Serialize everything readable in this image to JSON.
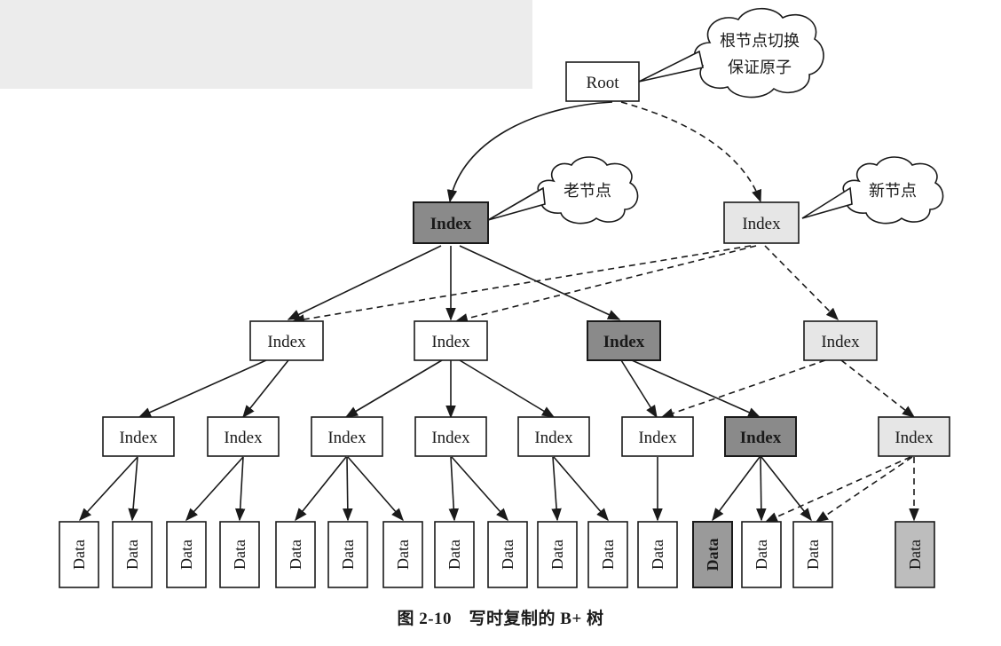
{
  "colors": {
    "line": "#1a1a1a",
    "node_fill_white": "#ffffff",
    "node_fill_old": "#8a8a8a",
    "node_fill_new": "#e6e6e6",
    "data_fill_old": "#9a9a9a",
    "data_fill_new": "#bdbdbd"
  },
  "figure": {
    "caption": "图 2-10　写时复制的 B+ 树"
  },
  "callouts": {
    "root_switch_line1": "根节点切换",
    "root_switch_line2": "保证原子",
    "old_node": "老节点",
    "new_node": "新节点"
  },
  "nodes": {
    "root": "Root",
    "index_label": "Index",
    "data_label": "Data"
  },
  "tree": {
    "root": {
      "label": "Root",
      "style": "white"
    },
    "level1": [
      {
        "id": "L1a",
        "label": "Index",
        "style": "old"
      },
      {
        "id": "L1b",
        "label": "Index",
        "style": "new"
      }
    ],
    "level2": [
      {
        "id": "L2a",
        "label": "Index",
        "style": "white"
      },
      {
        "id": "L2b",
        "label": "Index",
        "style": "white"
      },
      {
        "id": "L2c",
        "label": "Index",
        "style": "old"
      },
      {
        "id": "L2d",
        "label": "Index",
        "style": "new"
      }
    ],
    "level3": [
      {
        "id": "L3a",
        "label": "Index",
        "style": "white"
      },
      {
        "id": "L3b",
        "label": "Index",
        "style": "white"
      },
      {
        "id": "L3c",
        "label": "Index",
        "style": "white"
      },
      {
        "id": "L3d",
        "label": "Index",
        "style": "white"
      },
      {
        "id": "L3e",
        "label": "Index",
        "style": "white"
      },
      {
        "id": "L3f",
        "label": "Index",
        "style": "white"
      },
      {
        "id": "L3g",
        "label": "Index",
        "style": "old"
      },
      {
        "id": "L3h",
        "label": "Index",
        "style": "new"
      }
    ],
    "leaves": [
      {
        "label": "Data",
        "style": "white"
      },
      {
        "label": "Data",
        "style": "white"
      },
      {
        "label": "Data",
        "style": "white"
      },
      {
        "label": "Data",
        "style": "white"
      },
      {
        "label": "Data",
        "style": "white"
      },
      {
        "label": "Data",
        "style": "white"
      },
      {
        "label": "Data",
        "style": "white"
      },
      {
        "label": "Data",
        "style": "white"
      },
      {
        "label": "Data",
        "style": "white"
      },
      {
        "label": "Data",
        "style": "white"
      },
      {
        "label": "Data",
        "style": "white"
      },
      {
        "label": "Data",
        "style": "white"
      },
      {
        "label": "Data",
        "style": "old"
      },
      {
        "label": "Data",
        "style": "white"
      },
      {
        "label": "Data",
        "style": "white"
      },
      {
        "label": "Data",
        "style": "new"
      }
    ]
  }
}
